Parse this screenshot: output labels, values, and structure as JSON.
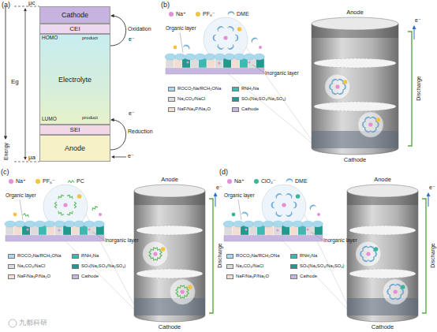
{
  "diagram": {
    "nodes": [
      {
        "text": [
          "Cathode"
        ]
      },
      {
        "text": [
          "CEI"
        ]
      },
      {
        "text": [
          "Electrolyte"
        ]
      },
      {
        "text": [
          "SEI"
        ]
      },
      {
        "text": [
          "Anode"
        ]
      }
    ],
    "labels": [
      "(a)",
      "μc",
      "Eg",
      "Energy",
      "Oxidation",
      "e⁻",
      "product",
      "HOMO",
      "LUMO",
      "product",
      "e⁻",
      "Reduction",
      "e⁻",
      "μa",
      "(b)",
      "Organic layer",
      "Inorganic layer",
      "Anode",
      "Cathode",
      "e⁻",
      "Discharge",
      "(c)",
      "Organic layer",
      "Inorganic layer",
      "Anode",
      "Cathode",
      "e⁻",
      "Discharge",
      "(d)",
      "Organic layer",
      "Inorganic layer",
      "Anode",
      "Cathode",
      "e⁻",
      "Discharge",
      "九都科研"
    ],
    "legend": [
      {
        "text": "Na⁺",
        "color": "#e58fd6"
      },
      {
        "text": "PF₆⁻",
        "color": "#f5c242"
      },
      {
        "text": "DME"
      },
      {
        "text": "ROCO₂Na/RCH₂ONa",
        "color": "#a9d9ec"
      },
      {
        "text": "RNH₂Na",
        "color": "#3fb8b2"
      },
      {
        "text": "Na₂CO₃/NaCl",
        "color": "#dcdcdc"
      },
      {
        "text": "SOₓ(Na₂SO₃/Na₂SO₄)",
        "color": "#23988c"
      },
      {
        "text": "NaF/Na₃P/Na₂O",
        "color": "#f3ddd2"
      },
      {
        "text": "Cathode",
        "color": "#c8b6e2"
      },
      {
        "text": "Na⁺",
        "color": "#e58fd6"
      },
      {
        "text": "PF₆⁻",
        "color": "#f5c242"
      },
      {
        "text": "PC"
      },
      {
        "text": "ROCO₂Na/RCH₂ONa",
        "color": "#a9d9ec"
      },
      {
        "text": "RNH₂Na",
        "color": "#3fb8b2"
      },
      {
        "text": "Na₂CO₃/NaCl",
        "color": "#dcdcdc"
      },
      {
        "text": "SOₓ(Na₂SO₃/Na₂SO₄)",
        "color": "#23988c"
      },
      {
        "text": "NaF/Na₃P/Na₂O",
        "color": "#f3ddd2"
      },
      {
        "text": "Cathode",
        "color": "#c8b6e2"
      },
      {
        "text": "Na⁺",
        "color": "#e58fd6"
      },
      {
        "text": "ClO₄⁻",
        "color": "#39b59a"
      },
      {
        "text": "DME"
      },
      {
        "text": "ROCO₂Na/RCH₂ONa",
        "color": "#a9d9ec"
      },
      {
        "text": "RNH₂Na",
        "color": "#3fb8b2"
      },
      {
        "text": "Na₂CO₃/NaCl",
        "color": "#dcdcdc"
      },
      {
        "text": "SOₓ(Na₂SO₃/Na₂SO₄)",
        "color": "#23988c"
      },
      {
        "text": "NaF/Na₃P/Na₂O",
        "color": "#f3ddd2"
      },
      {
        "text": "Cathode",
        "color": "#c8b6e2"
      }
    ]
  }
}
